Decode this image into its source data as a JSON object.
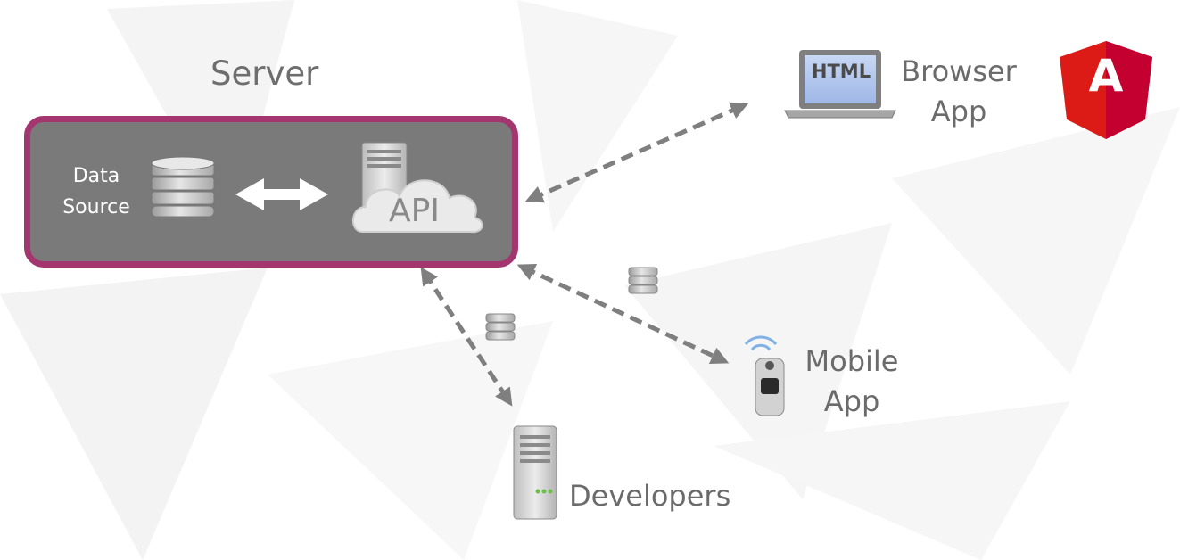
{
  "server": {
    "title": "Server",
    "data_source_label": [
      "Data",
      "Source"
    ],
    "api_label": "API"
  },
  "clients": {
    "browser": {
      "label": [
        "Browser",
        "App"
      ],
      "screen_text": "HTML"
    },
    "mobile": {
      "label": [
        "Mobile",
        "App"
      ]
    },
    "developers": {
      "label": "Developers"
    }
  },
  "logo": {
    "name": "angular-logo",
    "letter": "A"
  },
  "colors": {
    "server_border": "#a3366f",
    "server_fill": "#7a7a7a",
    "arrow": "#7f7f7f",
    "label_text": "#6b6b6b",
    "angular_red": "#dd1b16",
    "angular_dark_red": "#c3002f"
  }
}
